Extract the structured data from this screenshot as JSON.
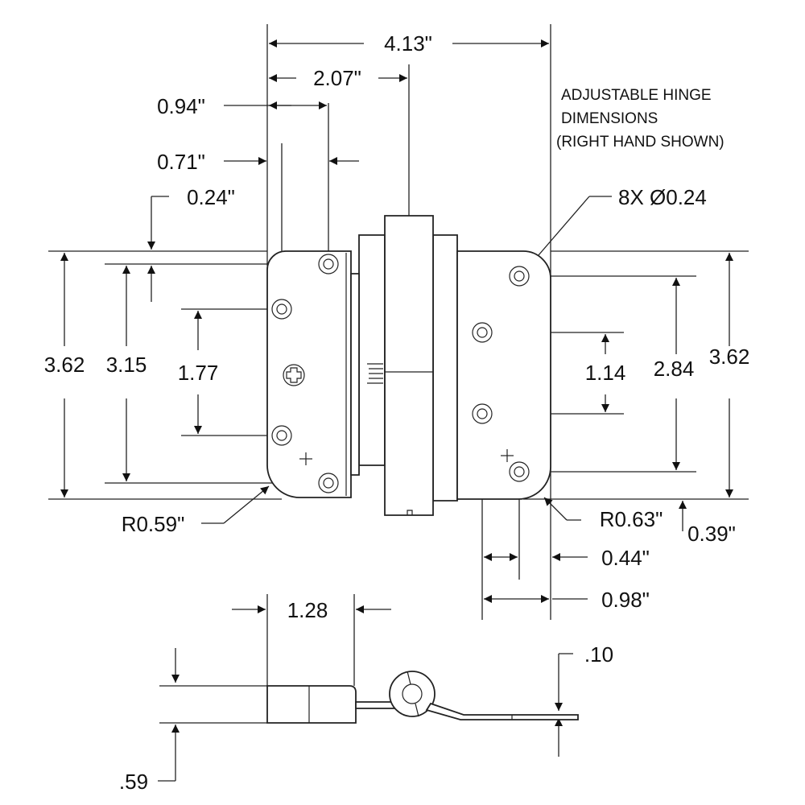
{
  "notes": {
    "title_line1": "ADJUSTABLE HINGE",
    "title_line2": "DIMENSIONS",
    "title_line3": "(RIGHT HAND SHOWN)",
    "hole_callout": "8X Ø0.24"
  },
  "dimensions": {
    "overall_width": "4.13\"",
    "half_width": "2.07\"",
    "left_outer_hole_offset": "0.94\"",
    "left_inner_hole_offset": "0.71\"",
    "top_hole_offset": "0.24\"",
    "left_leaf_height": "3.62",
    "left_outer_hole_span": "3.15",
    "left_inner_hole_span": "1.77",
    "left_corner_radius": "R0.59\"",
    "right_inner_hole_span": "1.14",
    "right_outer_hole_span": "2.84",
    "right_leaf_height": "3.62",
    "right_corner_radius": "R0.63\"",
    "bottom_hole_offset": "0.39\"",
    "right_hole_offset_a": "0.44\"",
    "right_hole_offset_b": "0.98\"",
    "side_width": "1.28",
    "side_thickness": ".10",
    "side_height": ".59"
  }
}
